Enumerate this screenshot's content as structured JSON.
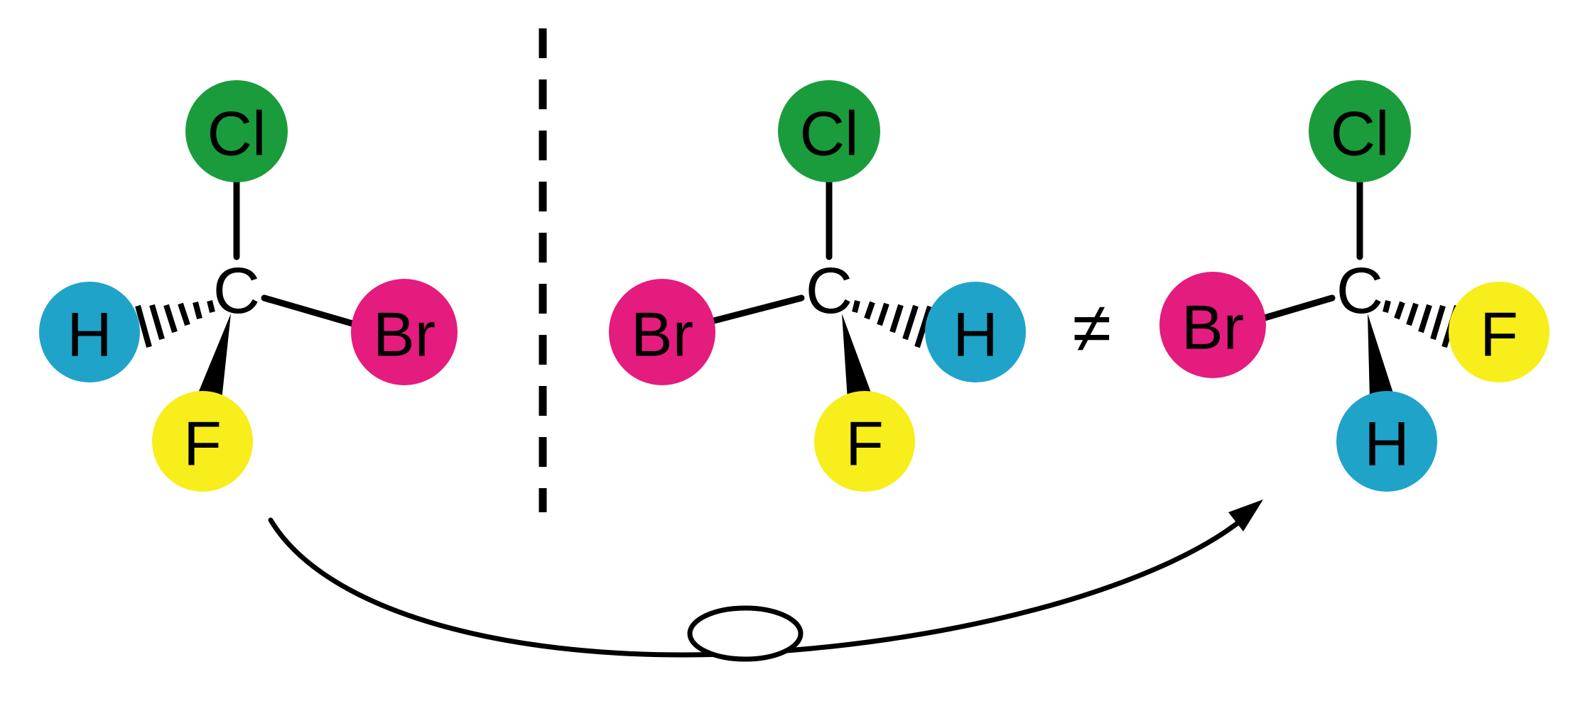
{
  "figure": {
    "not_equal_symbol": "≠"
  },
  "colors": {
    "chlorine": "#1b9c3c",
    "bromine": "#e31c7d",
    "hydrogen": "#20a3c9",
    "fluorine": "#f7ee1b",
    "bonds": "#000000",
    "labels": "#000000",
    "background": "#ffffff"
  },
  "molecules": {
    "left": {
      "top": "Cl",
      "center": "C",
      "left": "H",
      "right": "Br",
      "bottom": "F"
    },
    "middle": {
      "top": "Cl",
      "center": "C",
      "left": "Br",
      "right": "H",
      "bottom": "F"
    },
    "right": {
      "top": "Cl",
      "center": "C",
      "left": "Br",
      "right": "F",
      "bottom": "H"
    }
  }
}
